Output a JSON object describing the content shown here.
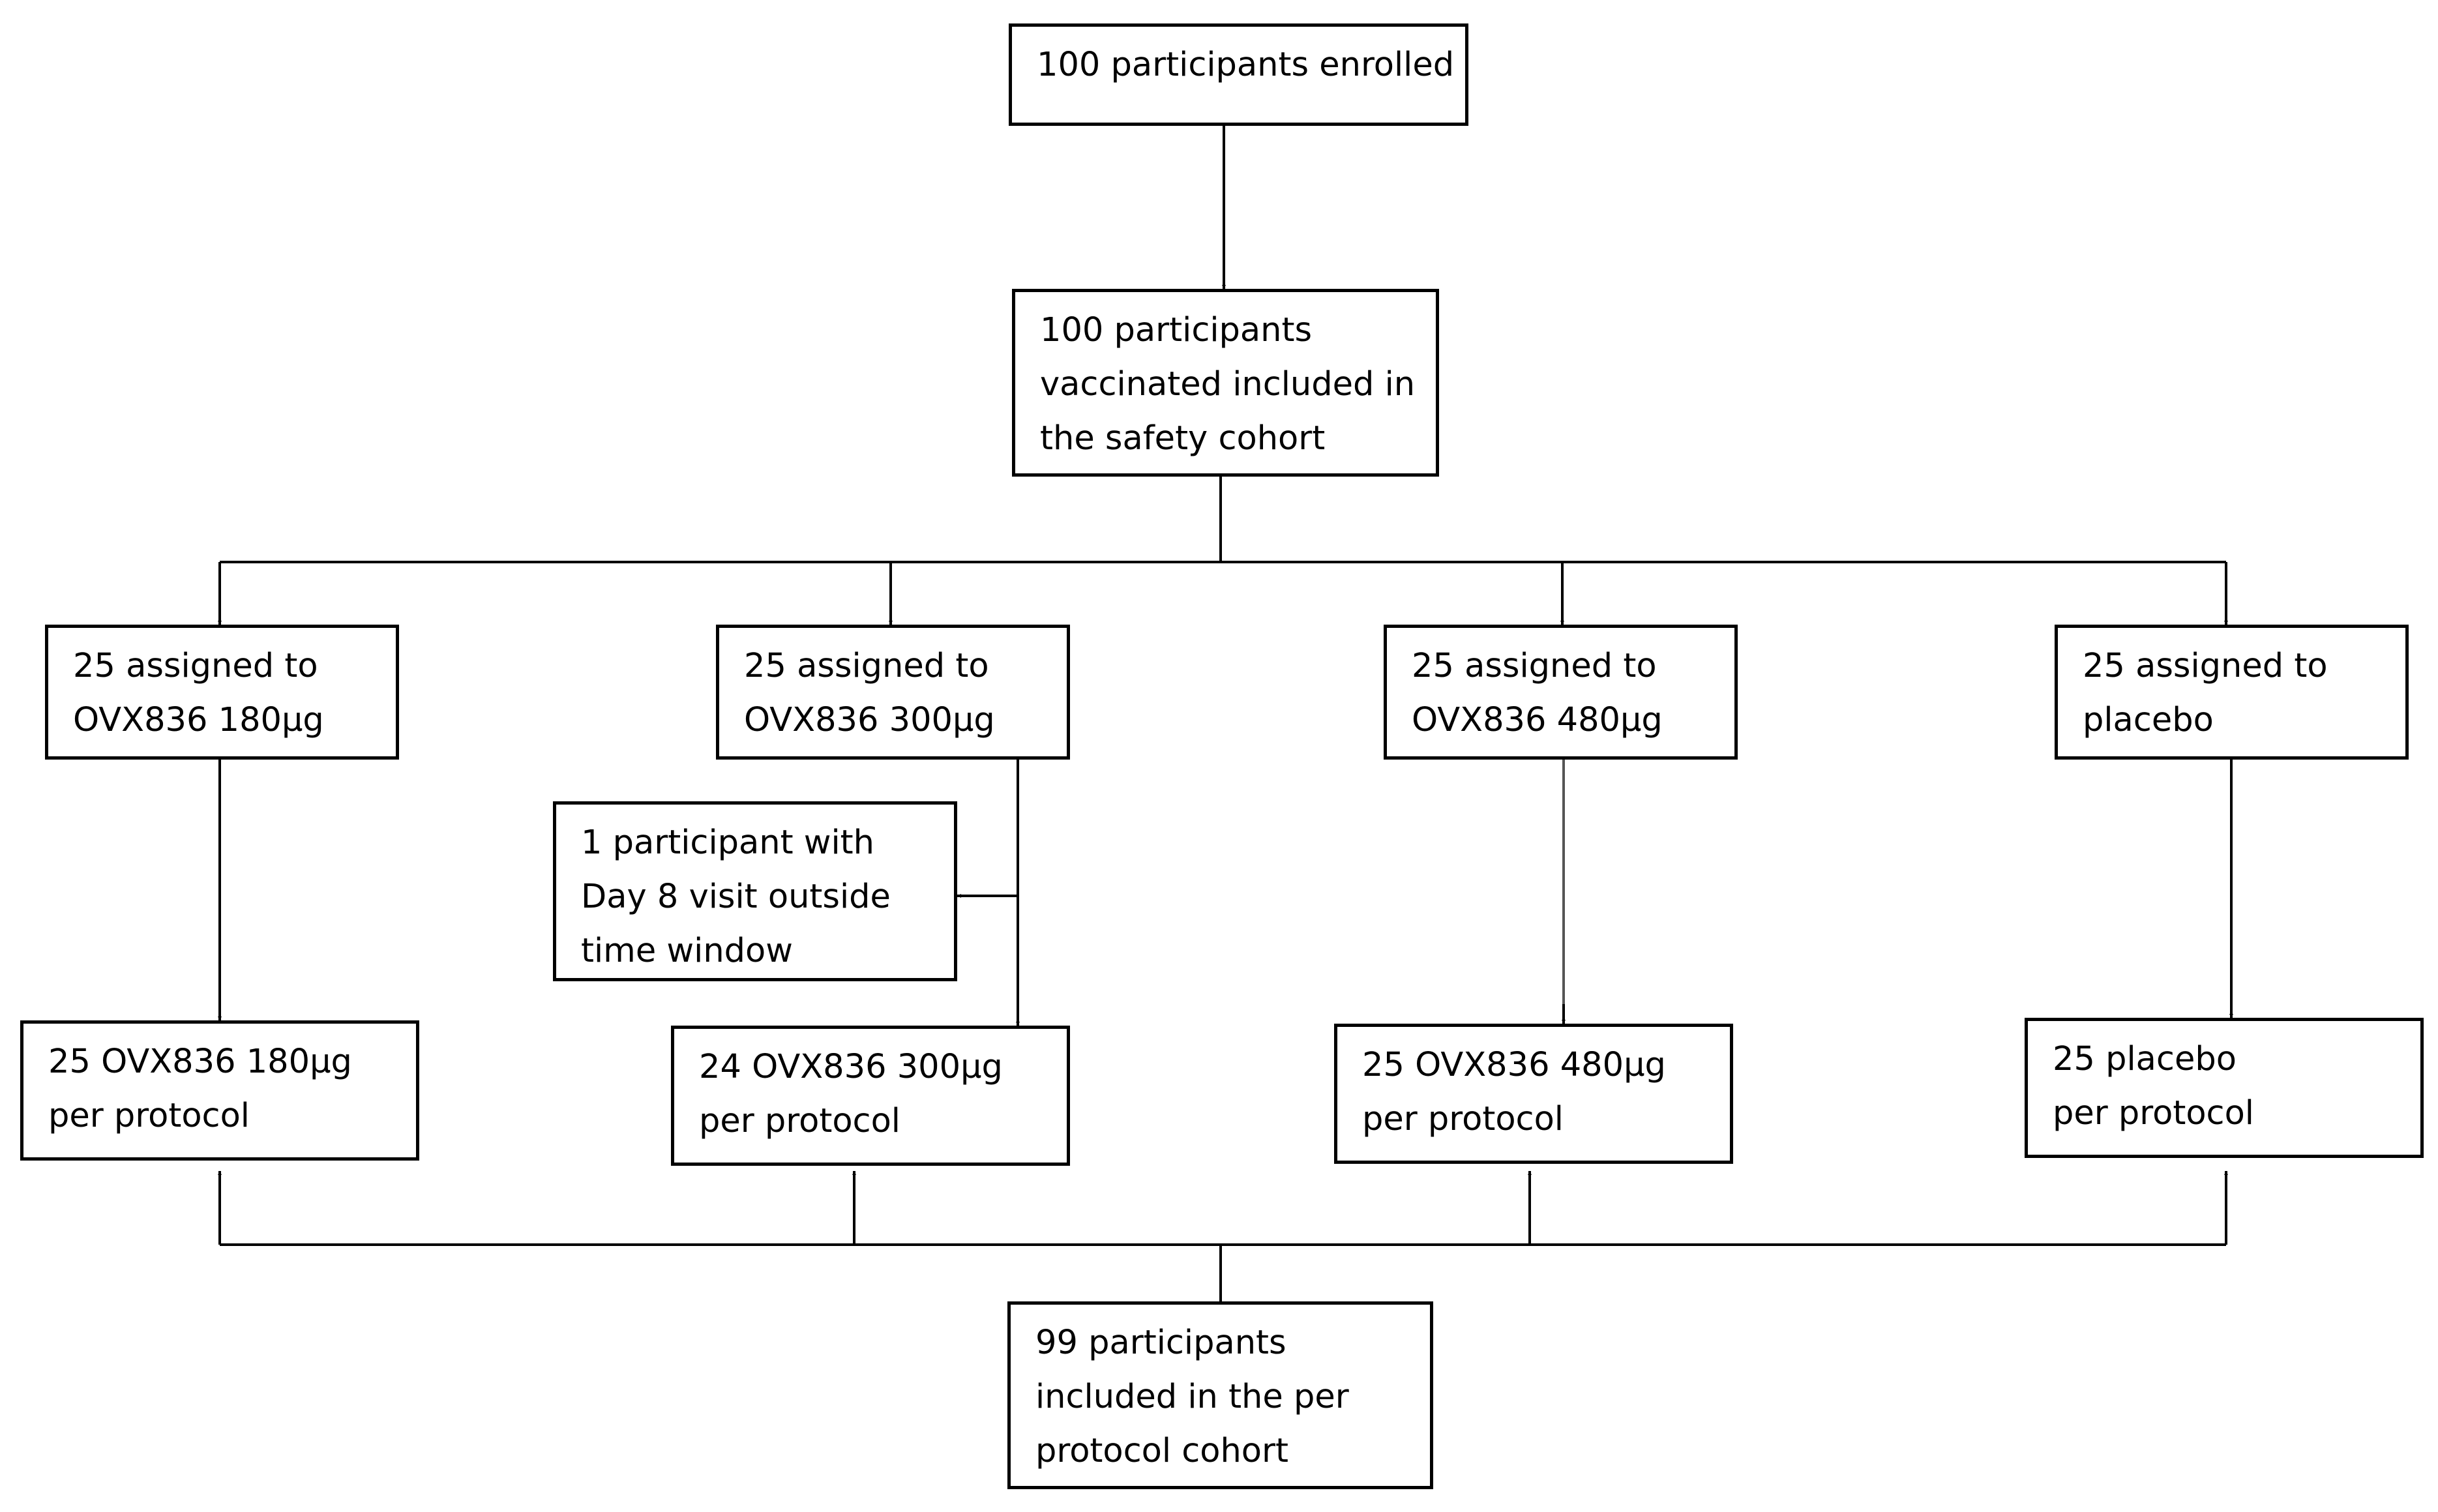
{
  "diagram": {
    "enrolled": {
      "lines": [
        "100 participants enrolled"
      ]
    },
    "safety_cohort": {
      "lines": [
        "100 participants",
        "vaccinated included in",
        "the safety cohort"
      ]
    },
    "arms": [
      {
        "assigned": [
          "25 assigned to",
          "OVX836 180µg"
        ],
        "per_protocol": [
          "25 OVX836 180µg",
          "per protocol"
        ]
      },
      {
        "assigned": [
          "25 assigned to",
          "OVX836 300µg"
        ],
        "per_protocol": [
          "24 OVX836 300µg",
          "per protocol"
        ]
      },
      {
        "assigned": [
          "25 assigned to",
          "OVX836 480µg"
        ],
        "per_protocol": [
          "25 OVX836 480µg",
          "per protocol"
        ]
      },
      {
        "assigned": [
          "25 assigned to",
          "placebo"
        ],
        "per_protocol": [
          "25 placebo",
          "per protocol"
        ]
      }
    ],
    "exclusion": {
      "lines": [
        "1 participant with",
        "Day 8 visit outside",
        "time window"
      ]
    },
    "per_protocol_cohort": {
      "lines": [
        "99 participants",
        "included in the per",
        "protocol cohort"
      ]
    }
  }
}
